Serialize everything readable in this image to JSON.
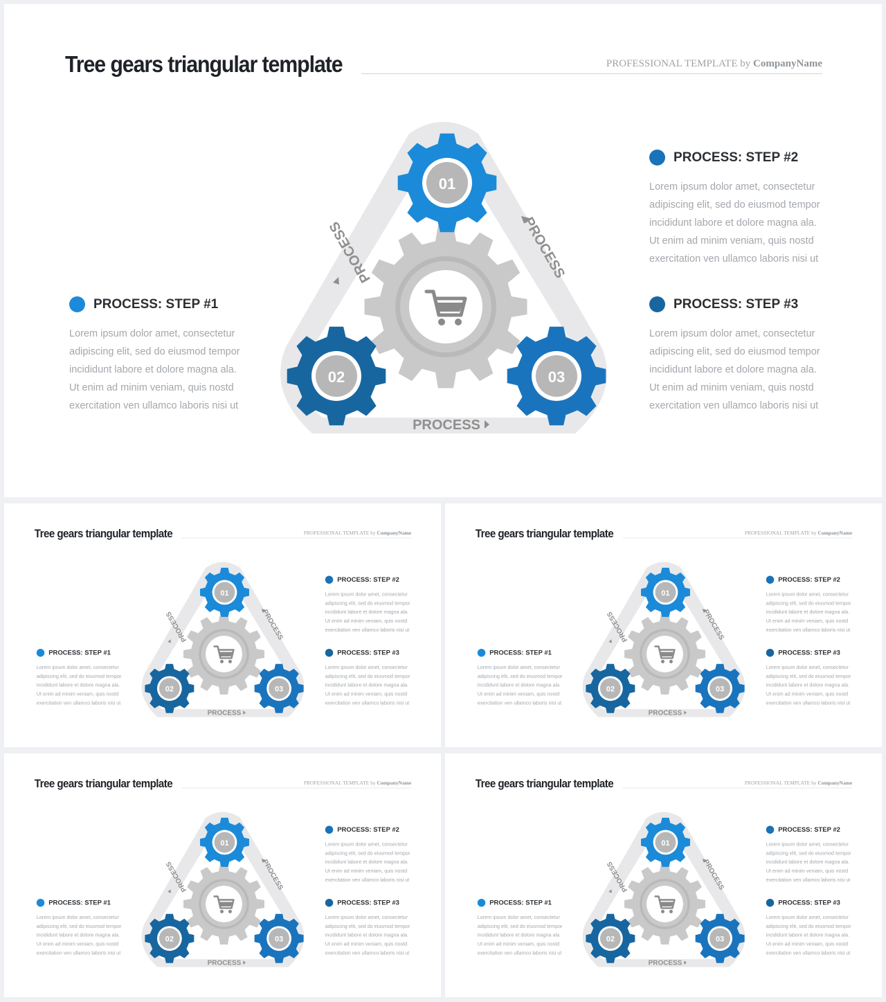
{
  "slide": {
    "title": "Tree gears triangular template",
    "brand_prefix": "PROFESSIONAL TEMPLATE by",
    "brand_name": "CompanyName",
    "process_label": "PROCESS",
    "gears": [
      "01",
      "02",
      "03"
    ],
    "center_icon": "shopping-cart-icon",
    "steps": [
      {
        "heading": "PROCESS: STEP #1",
        "lines": [
          "Lorem ipsum dolor amet, consectetur",
          "adipiscing elit, sed do eiusmod tempor",
          "incididunt  labore et dolore magna ala.",
          "Ut enim ad minim veniam, quis nostd",
          "exercitation ven ullamco laboris nisi ut"
        ]
      },
      {
        "heading": "PROCESS: STEP #2",
        "lines": [
          "Lorem ipsum dolor amet, consectetur",
          "adipiscing elit, sed do eiusmod tempor",
          "incididunt  labore et dolore magna ala.",
          "Ut enim ad minim veniam, quis nostd",
          "exercitation ven ullamco laboris nisi ut"
        ]
      },
      {
        "heading": "PROCESS: STEP #3",
        "lines": [
          "Lorem ipsum dolor amet, consectetur",
          "adipiscing elit, sed do eiusmod tempor",
          "incididunt  labore et dolore magna ala.",
          "Ut enim ad minim veniam, quis nostd",
          "exercitation ven ullamco laboris nisi ut"
        ]
      }
    ],
    "colors": {
      "gear_01": "#1b8ad9",
      "gear_02": "#17669f",
      "gear_03": "#1a74bd",
      "dot_step_1": "#1b8ad9",
      "dot_step_2": "#1a72b8",
      "dot_step_3": "#17669f",
      "center_gear": "#c9c9c9",
      "frame": "#e8e8ea"
    }
  }
}
